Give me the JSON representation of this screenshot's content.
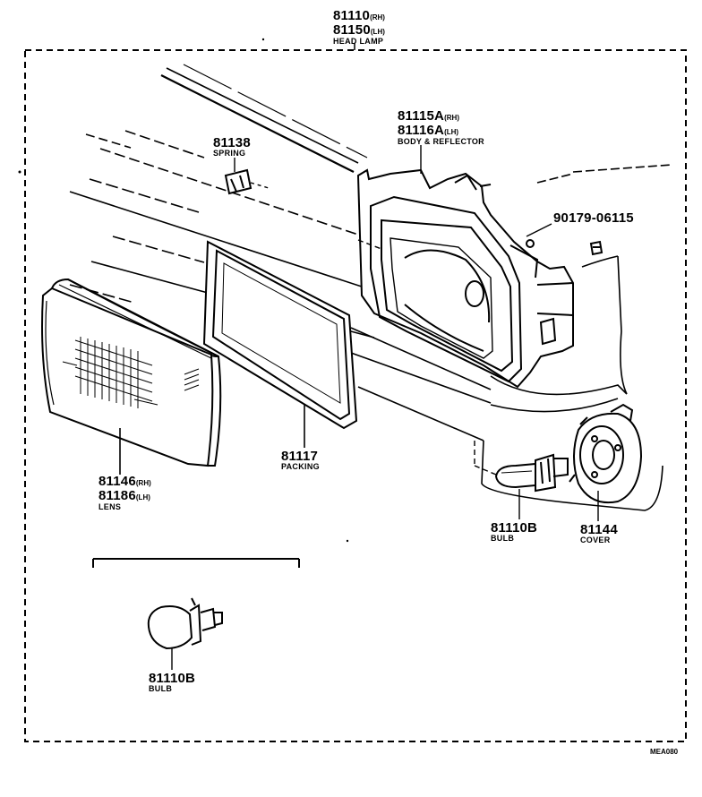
{
  "parts": {
    "head_lamp": {
      "no1": "81110",
      "sfx1": "(RH)",
      "no2": "81150",
      "sfx2": "(LH)",
      "name": "HEAD LAMP"
    },
    "body_reflector": {
      "no1": "81115A",
      "sfx1": "(RH)",
      "no2": "81116A",
      "sfx2": "(LH)",
      "name": "BODY & REFLECTOR"
    },
    "spring": {
      "no": "81138",
      "name": "SPRING"
    },
    "screw": {
      "no": "90179-06115"
    },
    "lens": {
      "no1": "81146",
      "sfx1": "(RH)",
      "no2": "81186",
      "sfx2": "(LH)",
      "name": "LENS"
    },
    "packing": {
      "no": "81117",
      "name": "PACKING"
    },
    "bulb": {
      "no": "81110B",
      "name": "BULB"
    },
    "cover": {
      "no": "81144",
      "name": "COVER"
    },
    "bulb_alt": {
      "no": "81110B",
      "name": "BULB"
    }
  },
  "diagram_code": "MEA080"
}
